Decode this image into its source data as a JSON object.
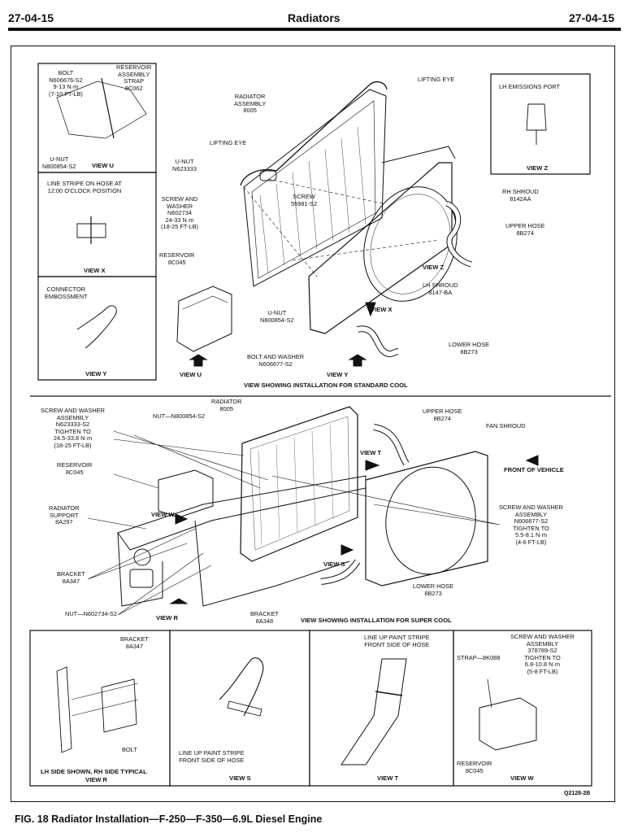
{
  "header": {
    "page_left": "27-04-15",
    "title": "Radiators",
    "page_right": "27-04-15"
  },
  "figure_caption": "FIG. 18 Radiator Installation—F-250—F-350—6.9L Diesel Engine",
  "figure_code": "Q2128-2B",
  "top_section": {
    "caption": "VIEW SHOWING INSTALLATION FOR STANDARD COOL",
    "view_u_inset": {
      "bolt": [
        "BOLT",
        "N606676-S2",
        "9-13 N·m",
        "(7-10 FT-LB)"
      ],
      "strap": [
        "RESERVOIR",
        "ASSEMBLY",
        "STRAP",
        "8C062"
      ],
      "unut": [
        "U-NUT",
        "N800854-S2"
      ],
      "view": "VIEW U"
    },
    "view_x_inset": {
      "text": [
        "LINE STRIPE ON HOSE AT",
        "12:00 O'CLOCK POSITION"
      ],
      "view": "VIEW X"
    },
    "view_y_inset": {
      "text": [
        "CONNECTOR",
        "EMBOSSMENT"
      ],
      "view": "VIEW Y"
    },
    "view_z_inset": {
      "text": "LH EMISSIONS PORT",
      "view": "VIEW Z"
    },
    "labels": {
      "lifting_eye_top": "LIFTING EYE",
      "radiator_assembly": [
        "RADIATOR",
        "ASSEMBLY",
        "8005"
      ],
      "lifting_eye": "LIFTING EYE",
      "u_nut": [
        "U-NUT",
        "N623333"
      ],
      "screw_washer": [
        "SCREW AND",
        "WASHER",
        "N602734",
        "24-33 N·m",
        "(18-25 FT-LB)"
      ],
      "screw": [
        "SCREW",
        "55981-S2"
      ],
      "reservoir": [
        "RESERVOIR",
        "8C045"
      ],
      "rh_shroud": [
        "RH SHROUD",
        "8142AA"
      ],
      "upper_hose": [
        "UPPER HOSE",
        "8B274"
      ],
      "view_z": "VIEW Z",
      "lh_shroud": [
        "LH SHROUD",
        "8147-BA"
      ],
      "view_x": "VIEW X",
      "u_nut2": [
        "U-NUT",
        "N800854-S2"
      ],
      "lower_hose": [
        "LOWER HOSE",
        "8B273"
      ],
      "bolt_washer": [
        "BOLT AND WASHER",
        "N606677-S2"
      ],
      "view_u": "VIEW U",
      "view_y": "VIEW Y"
    }
  },
  "middle_section": {
    "caption": "VIEW SHOWING INSTALLATION FOR SUPER COOL",
    "labels": {
      "screw_washer": [
        "SCREW AND WASHER",
        "ASSEMBLY",
        "N623333-S2",
        "TIGHTEN TO",
        "24.5-33.8 N·m",
        "(18-25 FT-LB)"
      ],
      "nut_top": "NUT—N800854-S2",
      "radiator": [
        "RADIATOR",
        "8005"
      ],
      "upper_hose": [
        "UPPER HOSE",
        "8B274"
      ],
      "fan_shroud": "FAN SHROUD",
      "view_t": "VIEW T",
      "front_vehicle": "FRONT OF VEHICLE",
      "reservoir": [
        "RESERVOIR",
        "8C045"
      ],
      "radiator_support": [
        "RADIATOR",
        "SUPPORT",
        "8A297"
      ],
      "view_w": "VIEW W",
      "screw_washer2": [
        "SCREW AND WASHER",
        "ASSEMBLY",
        "N606677-S2",
        "TIGHTEN TO",
        "5.5-8.1 N·m",
        "(4-6 FT-LB)"
      ],
      "bracket": [
        "BRACKET",
        "8A347"
      ],
      "view_s": "VIEW S",
      "lower_hose": [
        "LOWER HOSE",
        "8B273"
      ],
      "nut_bottom": "NUT—N602734-S2",
      "view_r": "VIEW R",
      "bracket2": [
        "BRACKET",
        "8A348"
      ]
    }
  },
  "bottom_section": {
    "view_r": {
      "bracket": [
        "BRACKET",
        "8A347"
      ],
      "bolt": "BOLT",
      "note": "LH SIDE SHOWN, RH SIDE TYPICAL",
      "view": "VIEW R"
    },
    "view_s": {
      "text": [
        "LINE UP PAINT STRIPE",
        "FRONT SIDE OF HOSE"
      ],
      "view": "VIEW S"
    },
    "view_t": {
      "text": [
        "LINE UP PAINT STRIPE",
        "FRONT SIDE OF HOSE"
      ],
      "view": "VIEW T"
    },
    "view_w": {
      "screw": [
        "SCREW AND WASHER",
        "ASSEMBLY",
        "378789-S2",
        "TIGHTEN TO",
        "6.8-10.8 N·m",
        "(5-8 FT-LB)"
      ],
      "strap": "STRAP—8K088",
      "reservoir": [
        "RESERVOIR",
        "8C045"
      ],
      "view": "VIEW W"
    }
  }
}
